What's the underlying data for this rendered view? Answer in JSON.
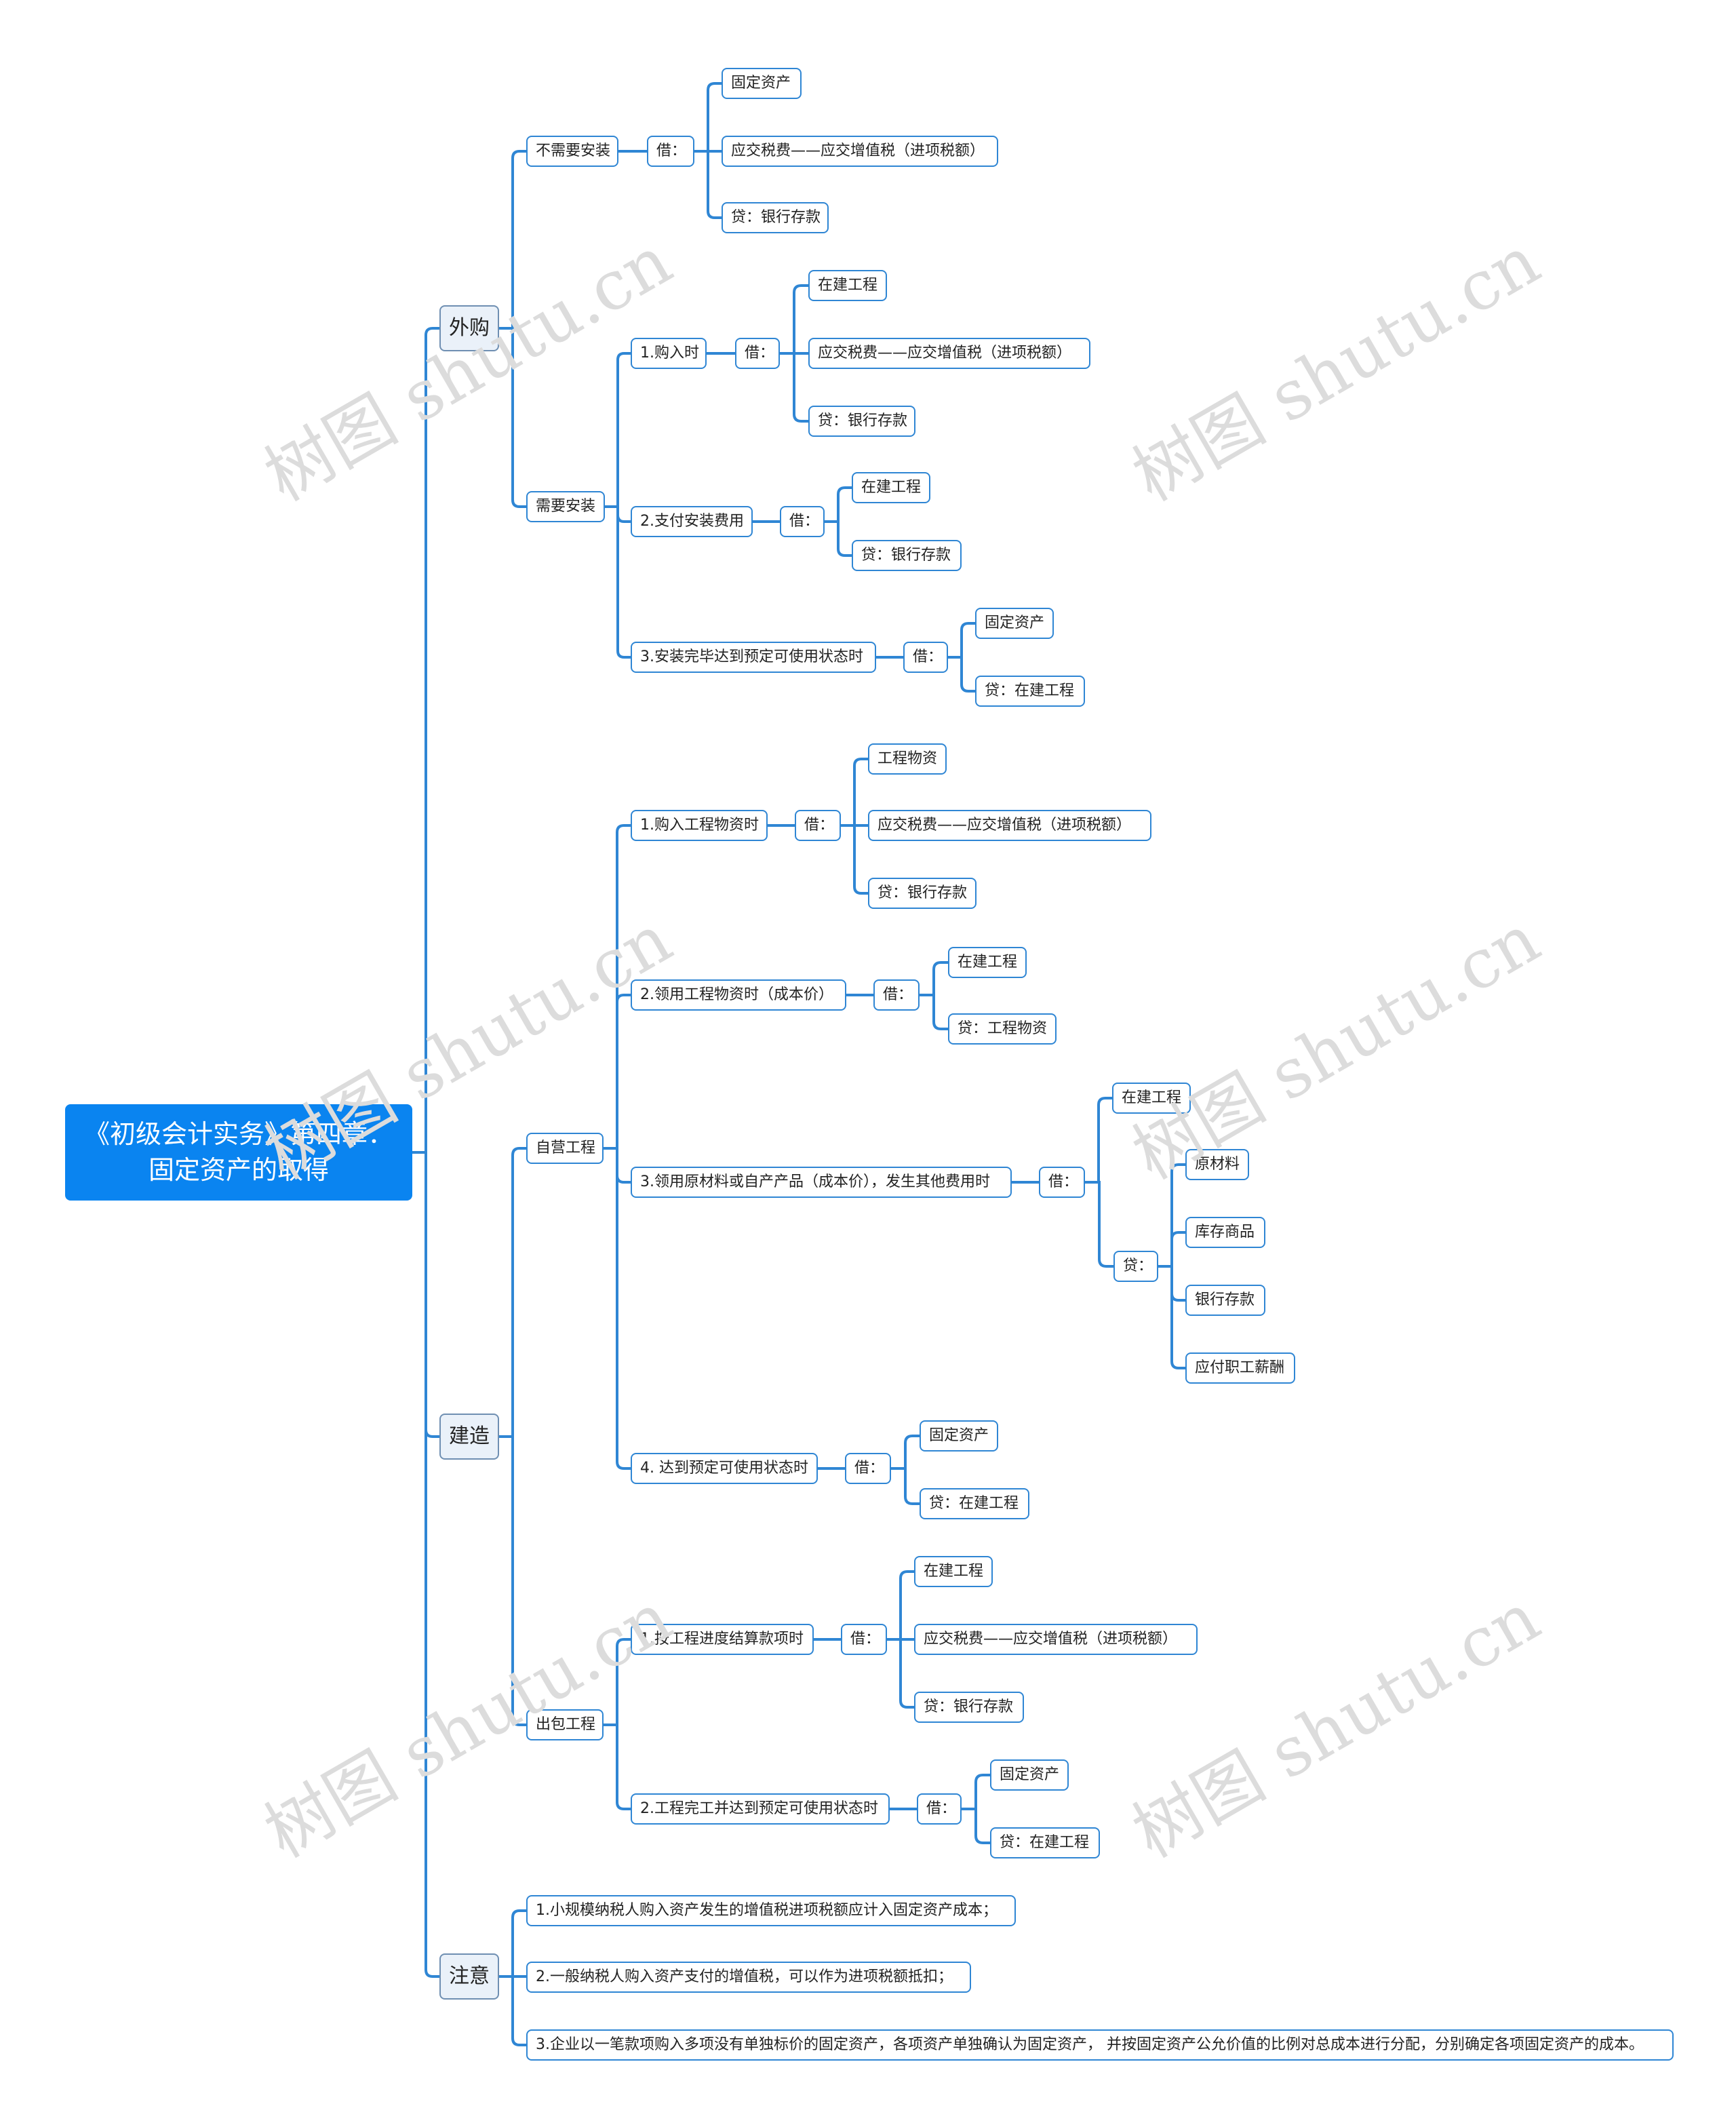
{
  "colors": {
    "line": "#2f86d4",
    "root_bg": "#0a84f0",
    "branch_bg": "#eaf1f9",
    "watermark": "#dcdcdc"
  },
  "watermark": "树图 shutu.cn",
  "root": "《初级会计实务》第四章：固定资产的取得",
  "branches": {
    "waigou": "外购",
    "jianzao": "建造",
    "zhuyi": "注意"
  },
  "nodes": {
    "bxyaz": "不需要安装",
    "bxyaz_jie": "借：",
    "bxyaz_gdzc": "固定资产",
    "bxyaz_yjsf": "应交税费——应交增值税（进项税额）",
    "bxyaz_dai": "贷：银行存款",
    "xyaz": "需要安装",
    "grs": "1.购入时",
    "grs_jie": "借：",
    "grs_zjgc": "在建工程",
    "grs_yjsf": "应交税费——应交增值税（进项税额）",
    "grs_dai": "贷：银行存款",
    "zfaz": "2.支付安装费用",
    "zfaz_jie": "借：",
    "zfaz_zjgc": "在建工程",
    "zfaz_dai": "贷：银行存款",
    "azwb": "3.安装完毕达到预定可使用状态时",
    "azwb_jie": "借：",
    "azwb_gdzc": "固定资产",
    "azwb_dai": "贷：在建工程",
    "zygc": "自营工程",
    "grgcwz": "1.购入工程物资时",
    "grgcwz_jie": "借：",
    "grgcwz_gcwz": "工程物资",
    "grgcwz_yjsf": "应交税费——应交增值税（进项税额）",
    "grgcwz_dai": "贷：银行存款",
    "lygcwz": "2.领用工程物资时（成本价）",
    "lygcwz_jie": "借：",
    "lygcwz_zjgc": "在建工程",
    "lygcwz_dai": "贷：工程物资",
    "lyycl": "3.领用原材料或自产产品（成本价），发生其他费用时",
    "lyycl_jie": "借：",
    "lyycl_zjgc": "在建工程",
    "lyycl_dai": "贷：",
    "lyycl_ycl": "原材料",
    "lyycl_kcsp": "库存商品",
    "lyycl_yhck": "银行存款",
    "lyycl_yfzg": "应付职工薪酬",
    "ddzy": "4. 达到预定可使用状态时",
    "ddzy_jie": "借：",
    "ddzy_gdzc": "固定资产",
    "ddzy_dai": "贷：在建工程",
    "cbgc": "出包工程",
    "agcjd": "1.按工程进度结算款项时",
    "agcjd_jie": "借：",
    "agcjd_zjgc": "在建工程",
    "agcjd_yjsf": "应交税费——应交增值税（进项税额）",
    "agcjd_dai": "贷：银行存款",
    "gcwg": "2.工程完工并达到预定可使用状态时",
    "gcwg_jie": "借：",
    "gcwg_gdzc": "固定资产",
    "gcwg_dai": "贷：在建工程",
    "note1": "1.小规模纳税人购入资产发生的增值税进项税额应计入固定资产成本；",
    "note2": "2.一般纳税人购入资产支付的增值税，可以作为进项税额抵扣；",
    "note3": "3.企业以一笔款项购入多项没有单独标价的固定资产，各项资产单独确认为固定资产， 并按固定资产公允价值的比例对总成本进行分配，分别确定各项固定资产的成本。"
  }
}
